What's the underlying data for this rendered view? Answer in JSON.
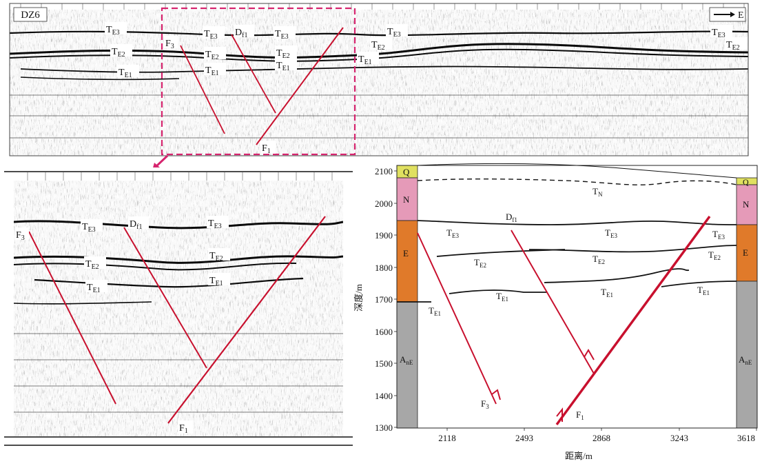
{
  "profile_name": "DZ6",
  "direction": "E",
  "seismic_horizons": {
    "te3": {
      "main": "T",
      "sub": "E3"
    },
    "te2": {
      "main": "T",
      "sub": "E2"
    },
    "te1": {
      "main": "T",
      "sub": "E1"
    }
  },
  "faults": {
    "f3": {
      "main": "F",
      "sub": "3"
    },
    "f1": {
      "main": "F",
      "sub": "1"
    },
    "df1": {
      "main": "D",
      "sub": "f1"
    }
  },
  "section": {
    "y_axis_label": "深度/m",
    "x_axis_label": "距离/m",
    "y_ticks": [
      "2100",
      "2000",
      "1900",
      "1800",
      "1700",
      "1600",
      "1500",
      "1400",
      "1300"
    ],
    "x_ticks": [
      "2118",
      "2493",
      "2868",
      "3243",
      "3618"
    ],
    "tn": {
      "main": "T",
      "sub": "N"
    },
    "strata": {
      "q": {
        "main": "Q"
      },
      "n": {
        "main": "N"
      },
      "e": {
        "main": "E"
      },
      "ane": {
        "main": "A",
        "sub": "nE"
      }
    }
  },
  "colors": {
    "fault": "#c8102e",
    "frame": "#d6246e",
    "q": "#e0e060",
    "n": "#e59ab8",
    "e": "#e07a2a",
    "ane": "#a7a7a7"
  }
}
